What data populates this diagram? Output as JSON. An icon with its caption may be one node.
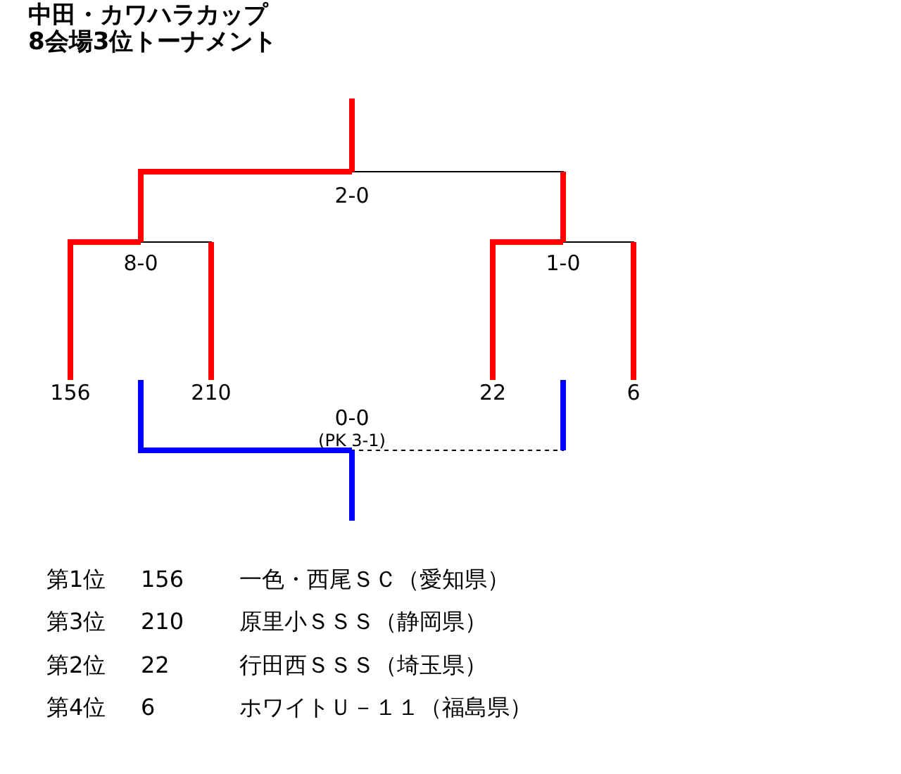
{
  "diagram": {
    "title": "中田・カワハラカップ",
    "nodes": [
      {
        "text": [
          "156"
        ]
      },
      {
        "text": [
          "210"
        ]
      },
      {
        "text": [
          "22"
        ]
      },
      {
        "text": [
          "6"
        ]
      },
      {
        "text": [
          "8-0"
        ]
      },
      {
        "text": [
          "1-0"
        ]
      },
      {
        "text": [
          "2-0"
        ]
      },
      {
        "text": [
          "0-0",
          "(PK 3-1)"
        ]
      }
    ],
    "edges": [
      {
        "from": 0,
        "to": 4,
        "arrow": "none",
        "color": "#ff0000"
      },
      {
        "from": 1,
        "to": 4,
        "arrow": "none",
        "color": "#000000"
      },
      {
        "from": 2,
        "to": 5,
        "arrow": "none",
        "color": "#ff0000"
      },
      {
        "from": 3,
        "to": 5,
        "arrow": "none",
        "color": "#000000"
      },
      {
        "from": 4,
        "to": 6,
        "arrow": "none",
        "color": "#ff0000"
      },
      {
        "from": 5,
        "to": 6,
        "arrow": "none",
        "color": "#000000"
      },
      {
        "from": 6,
        "to": null,
        "arrow": "none",
        "color": "#ff0000"
      },
      {
        "from": null,
        "to": 7,
        "arrow": "none",
        "color": "#0000ff"
      },
      {
        "from": null,
        "to": 7,
        "arrow": "none",
        "style": "dashed",
        "color": "#000000"
      },
      {
        "from": 7,
        "to": null,
        "arrow": "none",
        "color": "#0000ff"
      }
    ],
    "labels": [
      "8会場3位トーナメント",
      "第1位",
      "156",
      "一色・西尾ＳＣ（愛知県）",
      "第3位",
      "210",
      "原里小ＳＳＳ（静岡県）",
      "第2位",
      "22",
      "行田西ＳＳＳ（埼玉県）",
      "第4位",
      "6",
      "ホワイトＵ－１１（福島県）"
    ]
  }
}
